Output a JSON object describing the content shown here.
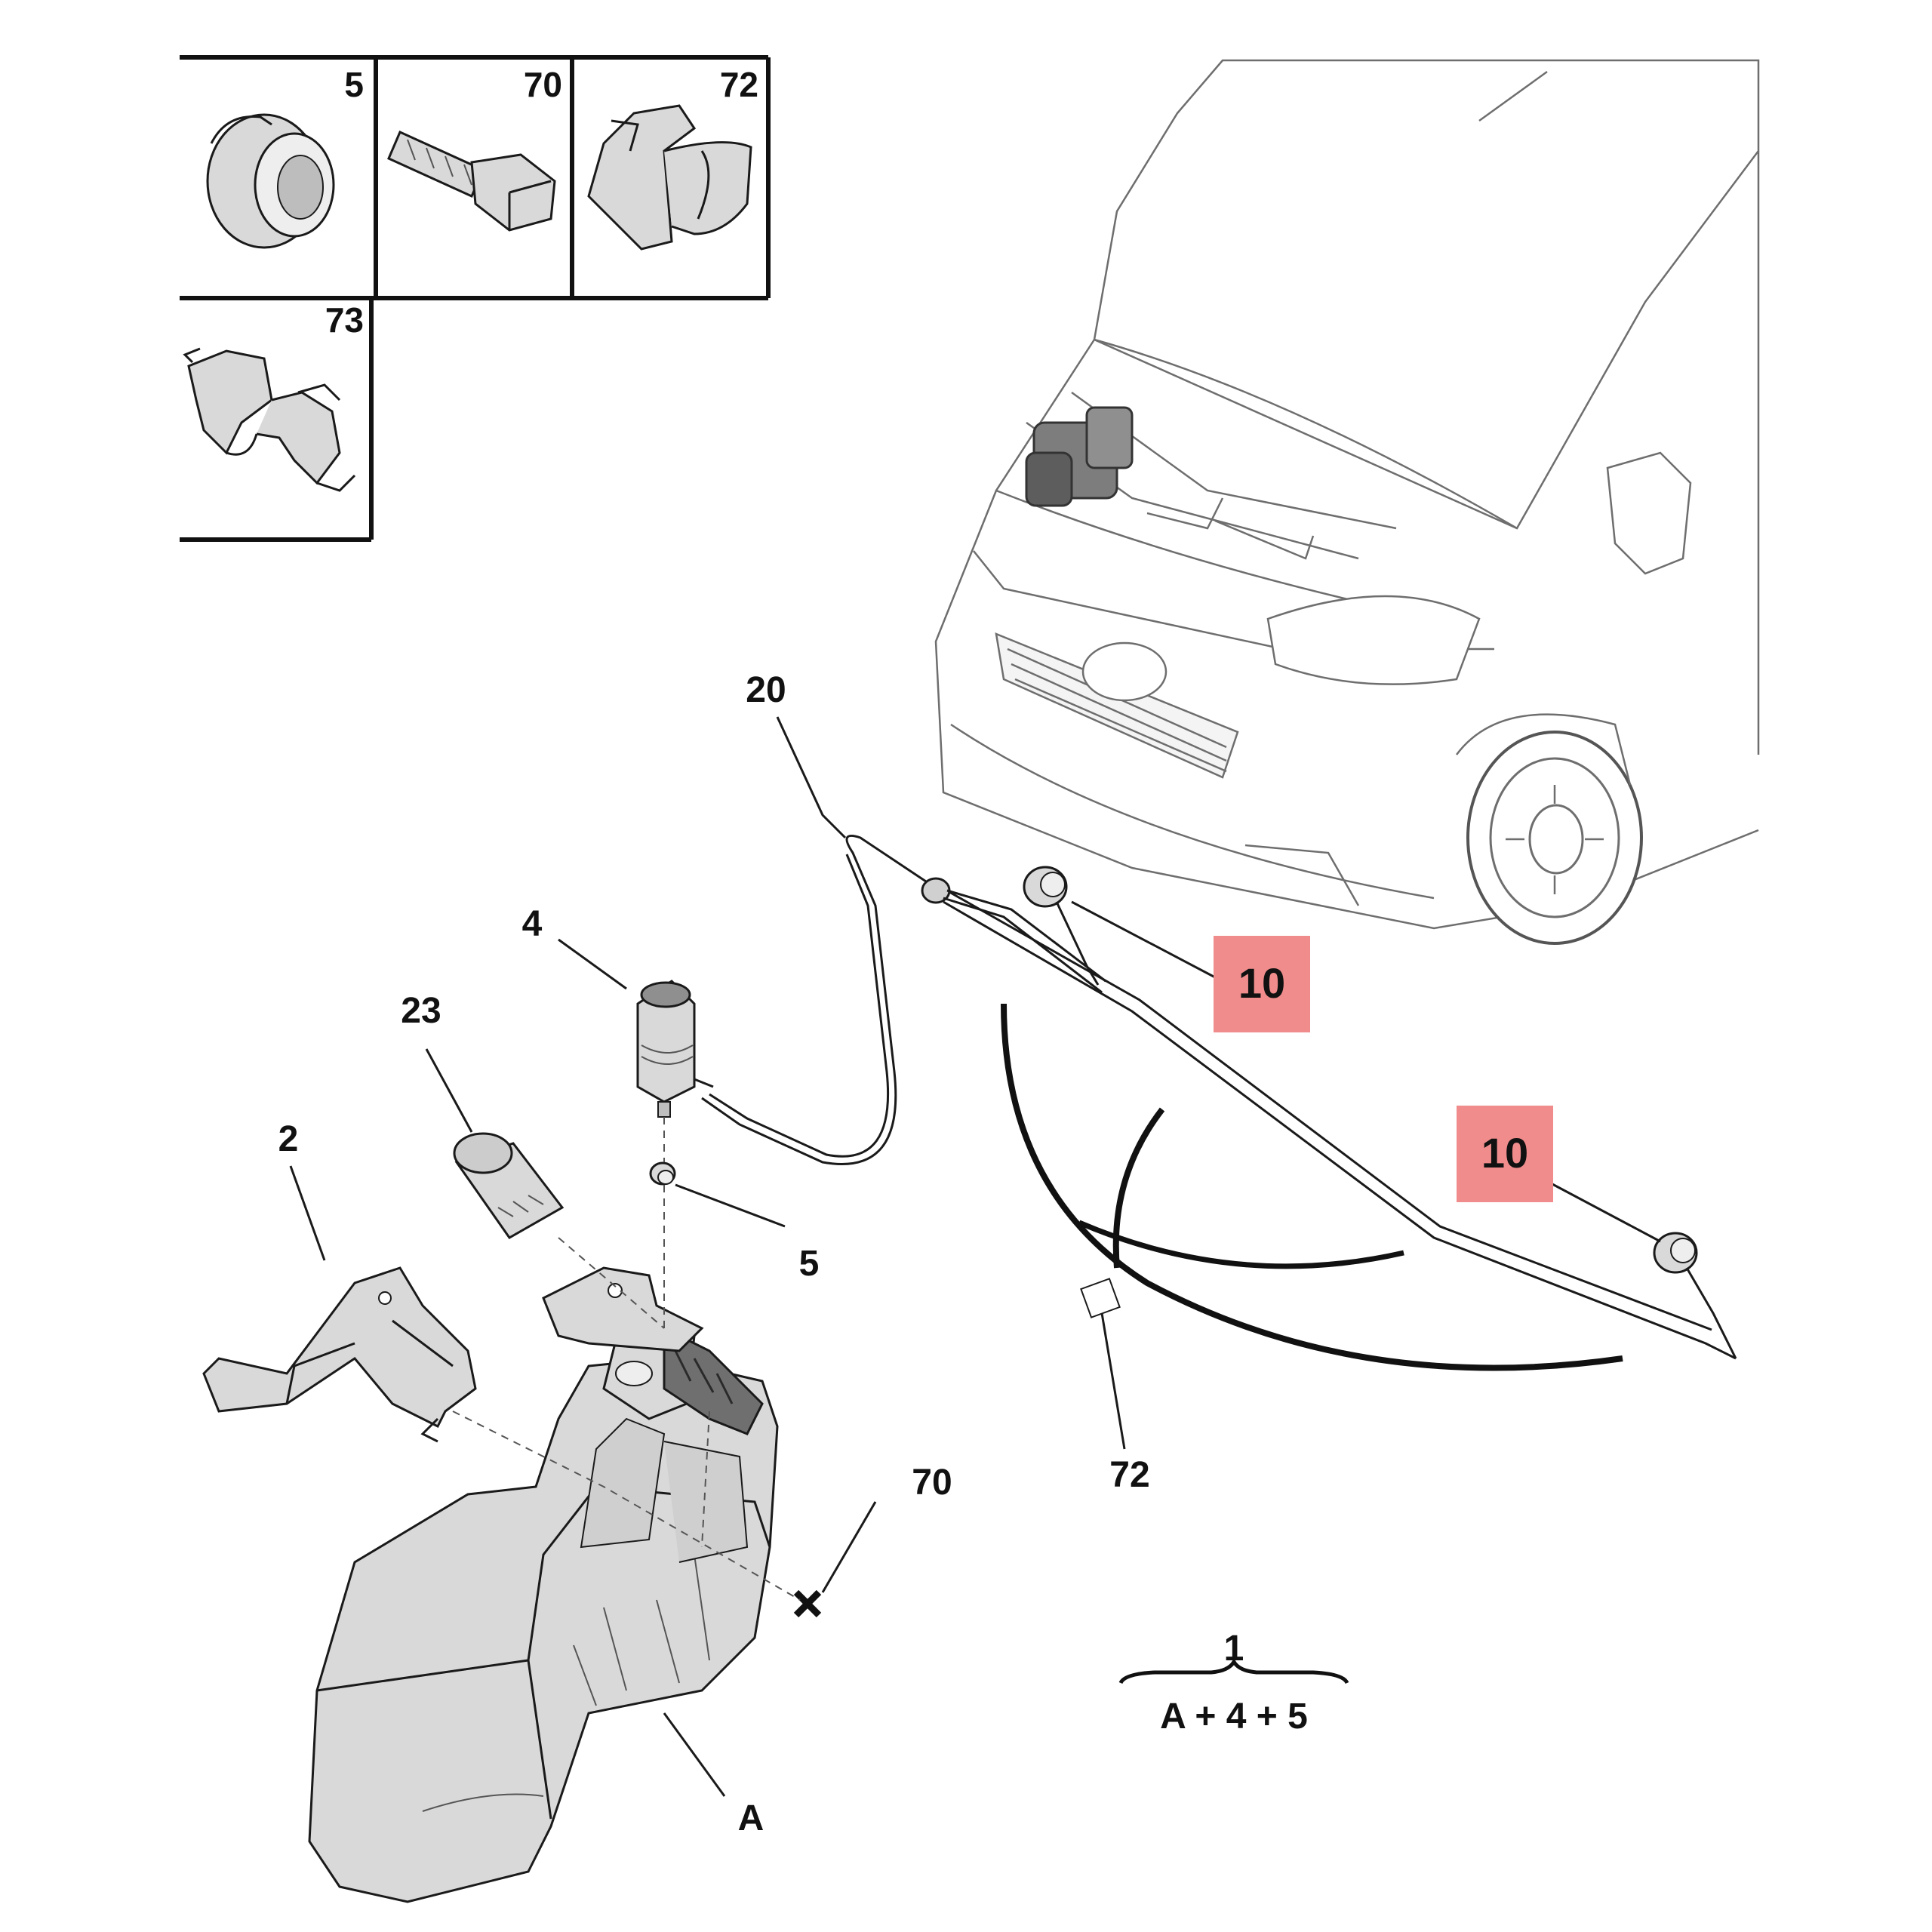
{
  "callouts": {
    "p5": "5",
    "p70": "70",
    "p72": "72",
    "p73": "73",
    "p20": "20",
    "p4": "4",
    "p23": "23",
    "p2": "2",
    "p5b": "5",
    "p10a": "10",
    "p10b": "10",
    "p70b": "70",
    "p72b": "72",
    "pA": "A",
    "kit_number": "1",
    "kit_formula": "A + 4 + 5"
  },
  "colors": {
    "highlight": "#f08c8c",
    "part_fill": "#d9d9d9",
    "line": "#1a1a1a"
  }
}
